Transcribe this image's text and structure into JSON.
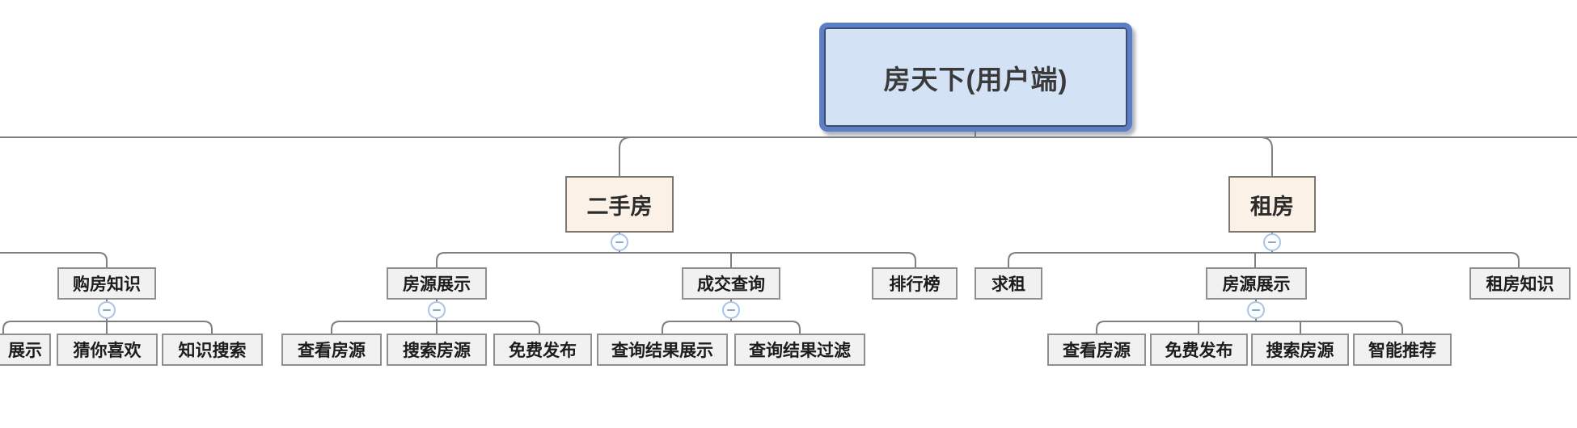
{
  "app": {
    "view": "mindmap-canvas"
  },
  "icons": {
    "collapse": "minus-circle"
  },
  "colors": {
    "root_fill": "#d4e2f6",
    "root_border": "#5b7ec7",
    "root_inner_border": "#3d4d70",
    "branch_fill": "#fcf1e6",
    "branch_border": "#7d776f",
    "leaf_fill": "#f1f1f1",
    "leaf_border": "#8f8f8f",
    "connector": "#7f7f7f",
    "collapse_ring": "#a9c4e7"
  },
  "tree": {
    "root": {
      "label": "房天下(用户端)"
    },
    "branches": [
      {
        "clipped_parent": true,
        "children": [
          {
            "label": "购房知识",
            "children": [
              {
                "label": "展示",
                "clipped": true
              },
              {
                "label": "猜你喜欢"
              },
              {
                "label": "知识搜索"
              }
            ]
          }
        ]
      },
      {
        "label": "二手房",
        "children": [
          {
            "label": "房源展示",
            "children": [
              {
                "label": "查看房源"
              },
              {
                "label": "搜索房源"
              },
              {
                "label": "免费发布"
              }
            ]
          },
          {
            "label": "成交查询",
            "children": [
              {
                "label": "查询结果展示"
              },
              {
                "label": "查询结果过滤"
              }
            ]
          },
          {
            "label": "排行榜",
            "children": []
          }
        ]
      },
      {
        "label": "租房",
        "children": [
          {
            "label": "求租",
            "children": []
          },
          {
            "label": "房源展示",
            "children": [
              {
                "label": "查看房源"
              },
              {
                "label": "免费发布"
              },
              {
                "label": "搜索房源"
              },
              {
                "label": "智能推荐"
              }
            ]
          },
          {
            "label": "租房知识",
            "children": []
          }
        ]
      }
    ]
  }
}
